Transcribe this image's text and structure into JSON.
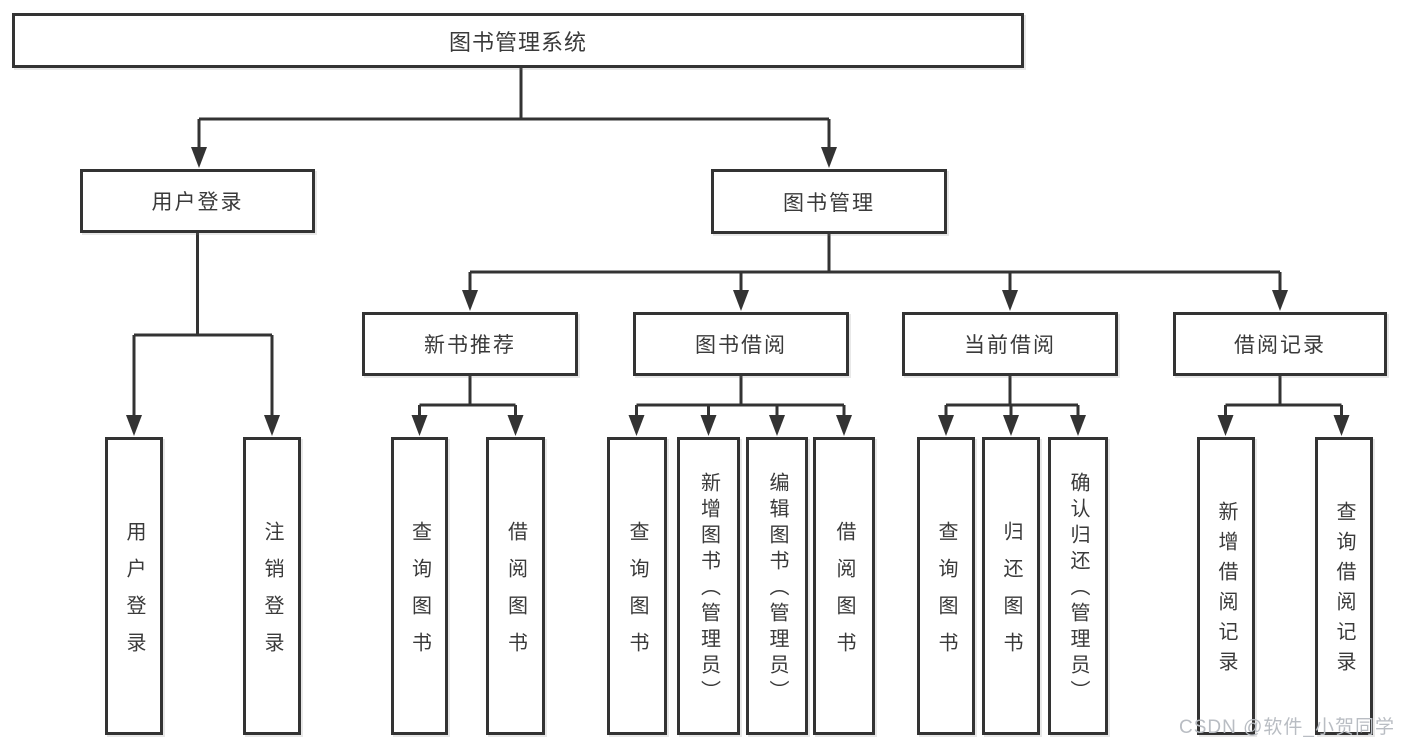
{
  "diagram": {
    "title": "图书管理系统",
    "tree": {
      "root": {
        "label": "图书管理系统",
        "children": [
          {
            "label": "用户登录",
            "children": [
              {
                "label": "用户登录"
              },
              {
                "label": "注销登录"
              }
            ]
          },
          {
            "label": "图书管理",
            "children": [
              {
                "label": "新书推荐",
                "children": [
                  {
                    "label": "查询图书"
                  },
                  {
                    "label": "借阅图书"
                  }
                ]
              },
              {
                "label": "图书借阅",
                "children": [
                  {
                    "label": "查询图书"
                  },
                  {
                    "label": "新增图书（管理员）"
                  },
                  {
                    "label": "编辑图书（管理员）"
                  },
                  {
                    "label": "借阅图书"
                  }
                ]
              },
              {
                "label": "当前借阅",
                "children": [
                  {
                    "label": "查询图书"
                  },
                  {
                    "label": "归还图书"
                  },
                  {
                    "label": "确认归还（管理员）"
                  }
                ]
              },
              {
                "label": "借阅记录",
                "children": [
                  {
                    "label": "新增借阅记录"
                  },
                  {
                    "label": "查询借阅记录"
                  }
                ]
              }
            ]
          }
        ]
      }
    },
    "colors": {
      "line": "#333333",
      "box_border": "#333333",
      "box_fill": "#ffffff",
      "text": "#3a3a3a",
      "watermark": "#b9bdc3",
      "background": "#ffffff"
    }
  },
  "watermark": {
    "text": "CSDN @软件_小贺同学"
  }
}
